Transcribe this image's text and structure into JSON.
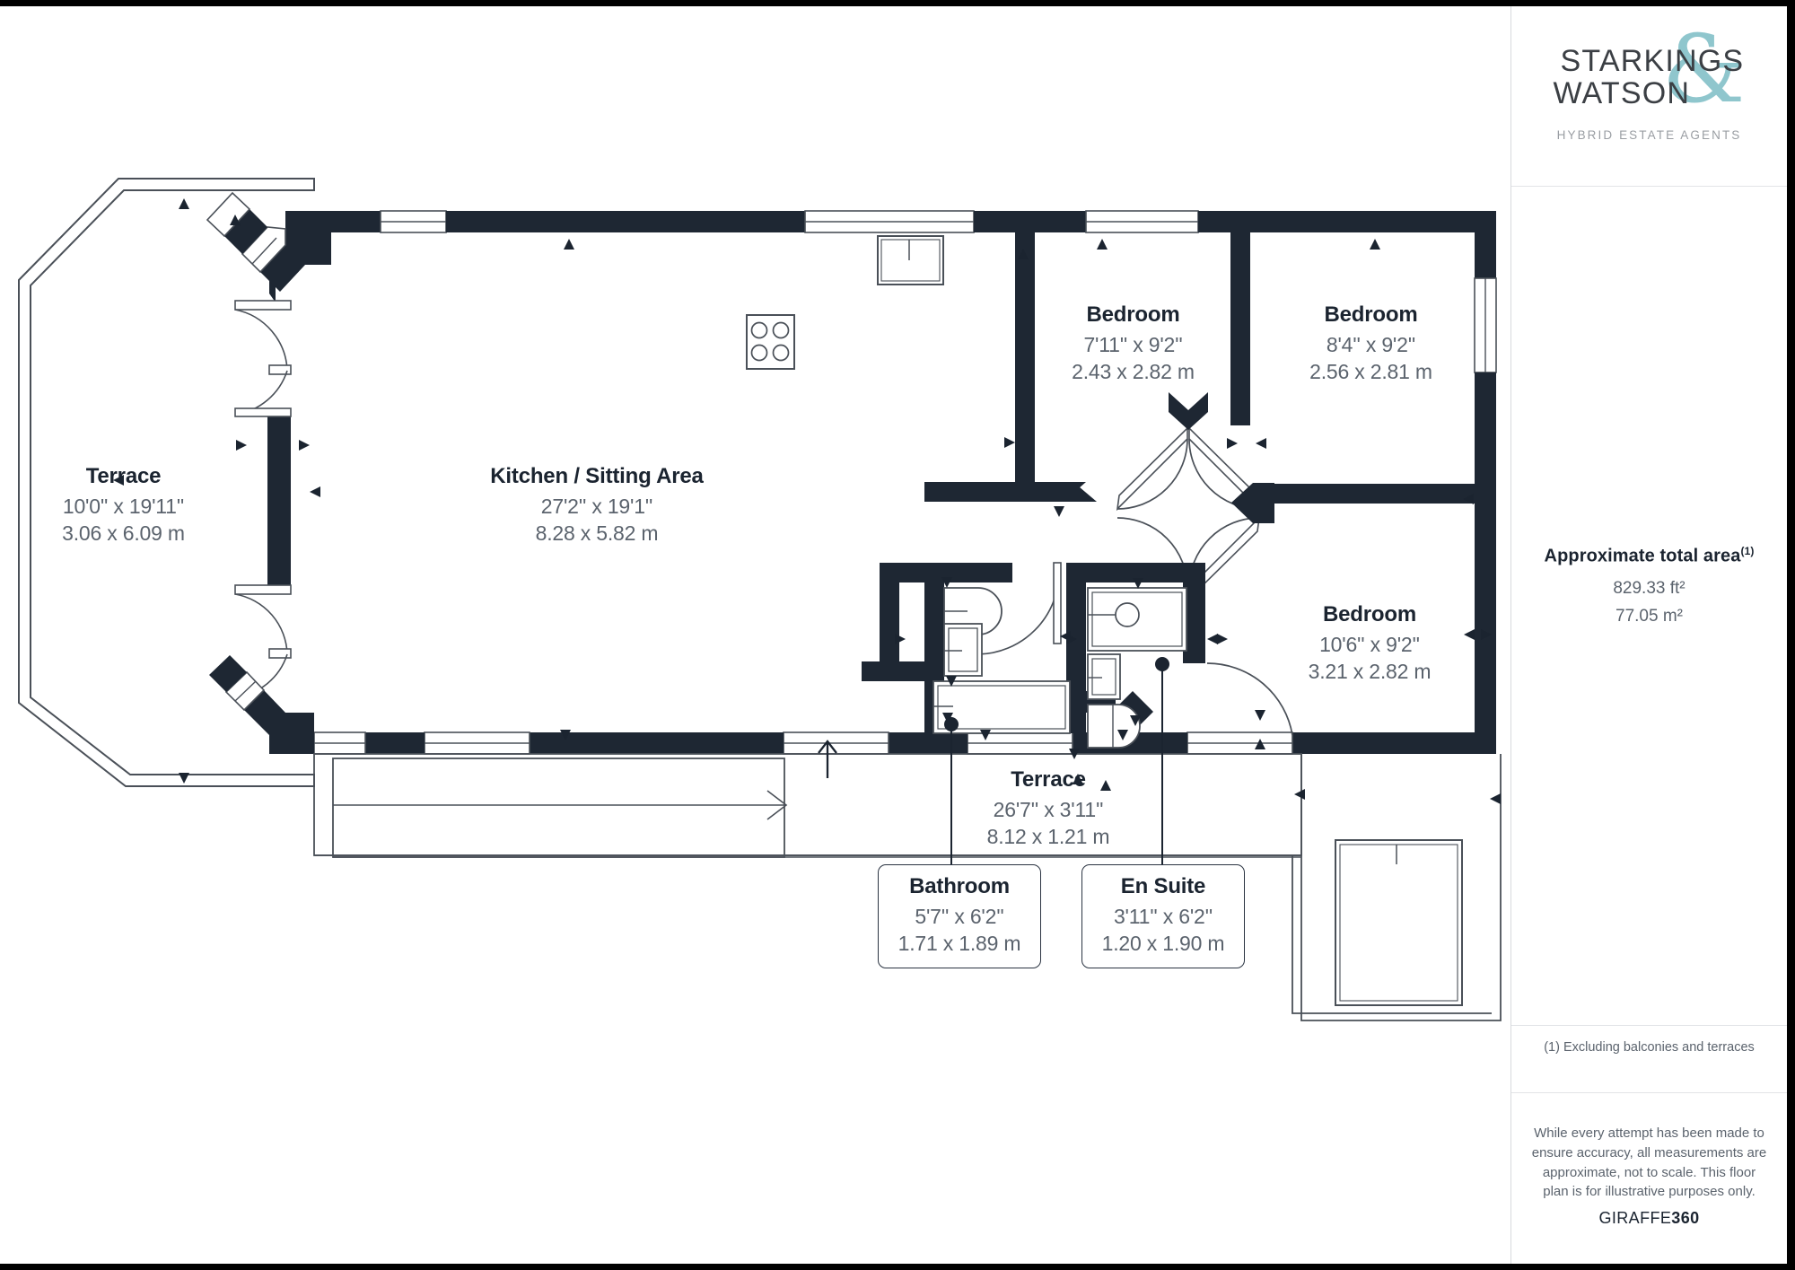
{
  "sidebar": {
    "logo": {
      "line1": "STARKINGS",
      "line2": "WATSON",
      "ampersand": "&",
      "tagline": "HYBRID ESTATE AGENTS"
    },
    "area": {
      "title": "Approximate total area",
      "title_superscript": "(1)",
      "sqft": "829.33 ft²",
      "sqm": "77.05 m²"
    },
    "footnote": "(1) Excluding balconies and terraces",
    "disclaimer": "While every attempt has been made to ensure accuracy, all measurements are approximate, not to scale. This floor plan is for illustrative purposes only.",
    "brand": {
      "prefix": "GIRAFFE",
      "suffix": "360"
    }
  },
  "plan": {
    "rooms": [
      {
        "id": "terrace-left",
        "name": "Terrace",
        "dim_imperial": "10'0'' x 19'11''",
        "dim_metric": "3.06 x 6.09 m"
      },
      {
        "id": "kitchen-sitting-area",
        "name": "Kitchen / Sitting Area",
        "dim_imperial": "27'2'' x 19'1''",
        "dim_metric": "8.28 x 5.82 m"
      },
      {
        "id": "bedroom-1",
        "name": "Bedroom",
        "dim_imperial": "7'11'' x 9'2''",
        "dim_metric": "2.43 x 2.82 m"
      },
      {
        "id": "bedroom-2",
        "name": "Bedroom",
        "dim_imperial": "8'4'' x 9'2''",
        "dim_metric": "2.56 x 2.81 m"
      },
      {
        "id": "bedroom-3",
        "name": "Bedroom",
        "dim_imperial": "10'6'' x 9'2''",
        "dim_metric": "3.21 x 2.82 m"
      },
      {
        "id": "terrace-bottom",
        "name": "Terrace",
        "dim_imperial": "26'7'' x 3'11''",
        "dim_metric": "8.12 x 1.21 m"
      },
      {
        "id": "bathroom",
        "name": "Bathroom",
        "dim_imperial": "5'7'' x 6'2''",
        "dim_metric": "1.71 x 1.89 m"
      },
      {
        "id": "en-suite",
        "name": "En Suite",
        "dim_imperial": "3'11'' x 6'2''",
        "dim_metric": "1.20 x 1.90 m"
      }
    ],
    "colors": {
      "wall": "#1e2733",
      "outline": "#4a5058",
      "text_dark": "#1b2430",
      "text_grey": "#5b636d",
      "brand_teal": "#8fc6cd",
      "page_border": "#000000"
    },
    "icons": {
      "hob": "stove-hob-icon",
      "sink": "sink-icon",
      "wc": "toilet-icon",
      "bath": "bathtub-icon",
      "shower": "shower-icon",
      "stairs_arrow": "up-arrow-icon"
    }
  }
}
